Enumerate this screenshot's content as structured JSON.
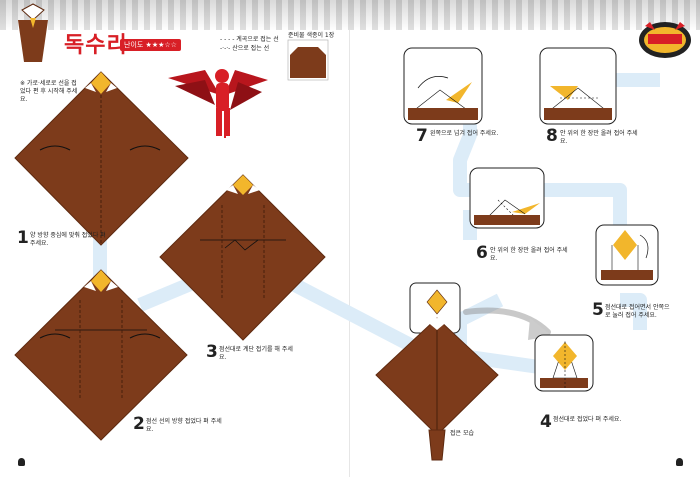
{
  "header": {
    "title": "독수리",
    "badge": "난이도 ★★★☆☆"
  },
  "legend": {
    "line1": "- - - - 계곡으로 접는 선",
    "line2": "-·-·- 산으로 접는 선",
    "chart_label": "준비물 색종이 1장"
  },
  "intro_note": "※ 가로·세로로 선을 접었다 편 후 시작해 주세요.",
  "steps": [
    {
      "n": "1",
      "text": "양 방향 중심에 맞춰 접었다 펴 주세요."
    },
    {
      "n": "2",
      "text": "점선 선의 방향 접었다 펴 주세요."
    },
    {
      "n": "3",
      "text": "점선대로 계단 접기를 해 주세요."
    },
    {
      "n": "4",
      "text": "점선대로 접었다 펴 주세요."
    },
    {
      "n": "5",
      "text": "점선대로 접어면서 안쪽으로 눌러 접어 주세요."
    },
    {
      "n": "6",
      "text": "안 위의 한 장만 올려 접어 주세요."
    },
    {
      "n": "7",
      "text": "왼쪽으로 넘겨 접어 주세요."
    },
    {
      "n": "8",
      "text": "안 위의 한 장만 올려 접어 주세요."
    }
  ],
  "finished_label": "접은 모습",
  "colors": {
    "paper": "#7d3b1b",
    "paper_edge": "#5e2a10",
    "beak": "#f2b62c",
    "path": "#dcecf8",
    "accent": "#d81f26",
    "snow": "#ffffff"
  }
}
